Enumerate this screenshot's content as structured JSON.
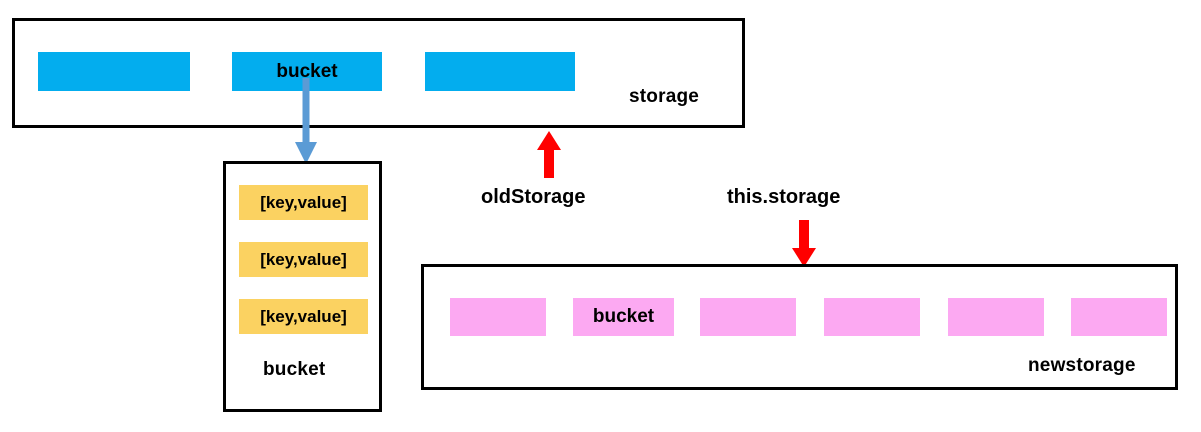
{
  "diagram": {
    "title_caption_old": "storage",
    "title_caption_new": "newstorage",
    "old_storage": {
      "caption": "storage",
      "cells": [
        {
          "label": ""
        },
        {
          "label": "bucket"
        },
        {
          "label": ""
        }
      ],
      "cell_color": "#03ADEE"
    },
    "bucket_detail": {
      "caption": "bucket",
      "entries": [
        {
          "label": "[key,value]"
        },
        {
          "label": "[key,value]"
        },
        {
          "label": "[key,value]"
        }
      ],
      "entry_color": "#FBD261"
    },
    "new_storage": {
      "caption": "newstorage",
      "cells": [
        {
          "label": ""
        },
        {
          "label": "bucket"
        },
        {
          "label": ""
        },
        {
          "label": ""
        },
        {
          "label": ""
        },
        {
          "label": ""
        }
      ],
      "cell_color": "#FCA9F2"
    },
    "annotations": {
      "old_storage_pointer_label": "oldStorage",
      "new_storage_pointer_label": "this.storage",
      "pointer_color": "#FF0000",
      "expand_arrow_color": "#5B9BD5"
    }
  }
}
